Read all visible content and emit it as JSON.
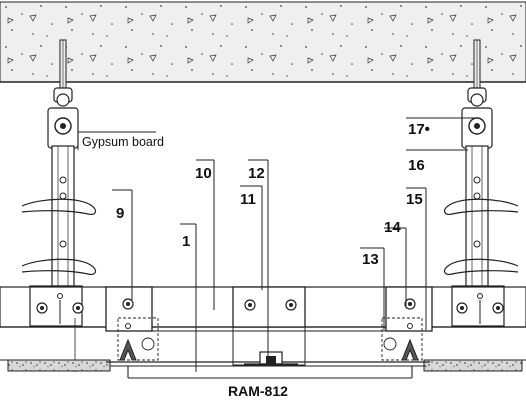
{
  "labels": {
    "gypsum": "Gypsum board",
    "c1": "1",
    "c9": "9",
    "c10": "10",
    "c11": "11",
    "c12": "12",
    "c13": "13",
    "c14": "14",
    "c15": "15",
    "c16": "16",
    "c17": "17•"
  },
  "title": "RAM-812"
}
